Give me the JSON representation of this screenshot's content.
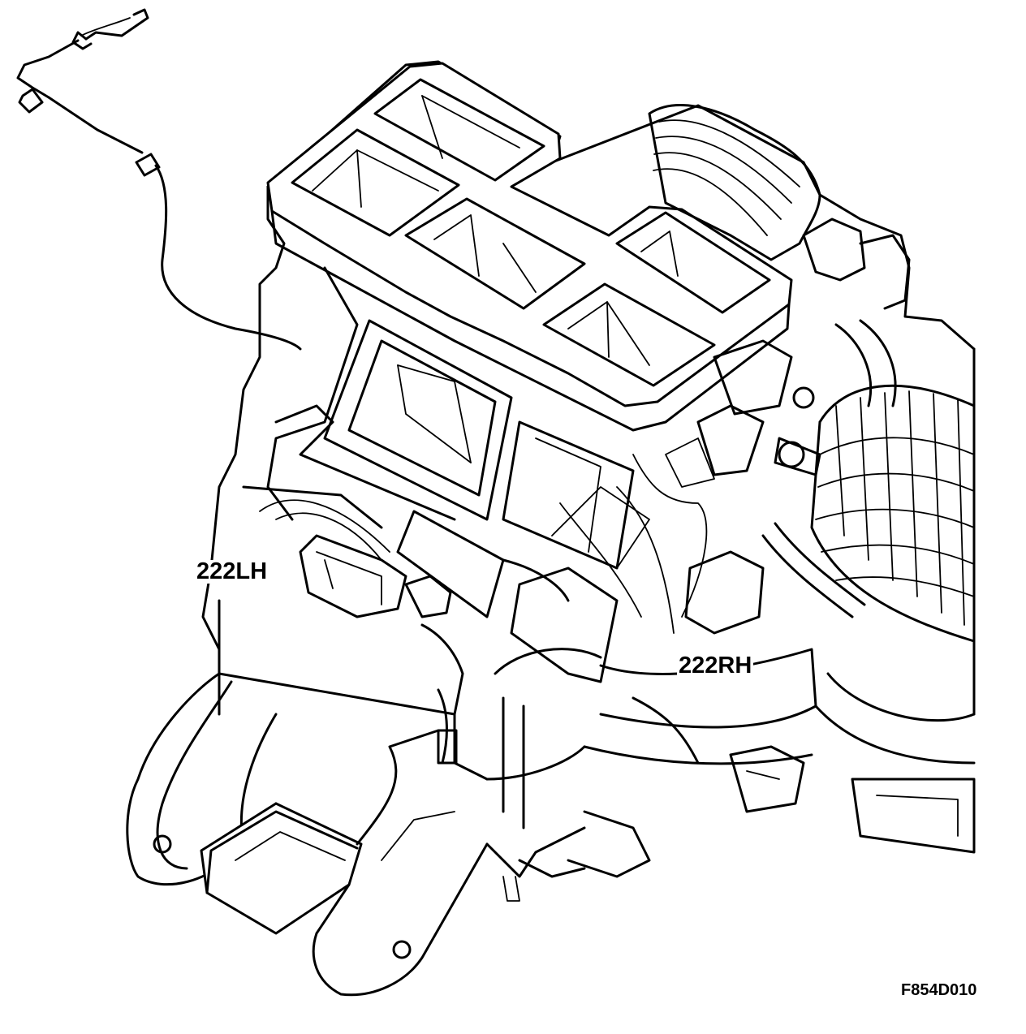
{
  "callouts": {
    "lh": "222LH",
    "rh": "222RH"
  },
  "figure_ref": "F854D010",
  "colors": {
    "line": "#000000",
    "background": "#ffffff"
  }
}
